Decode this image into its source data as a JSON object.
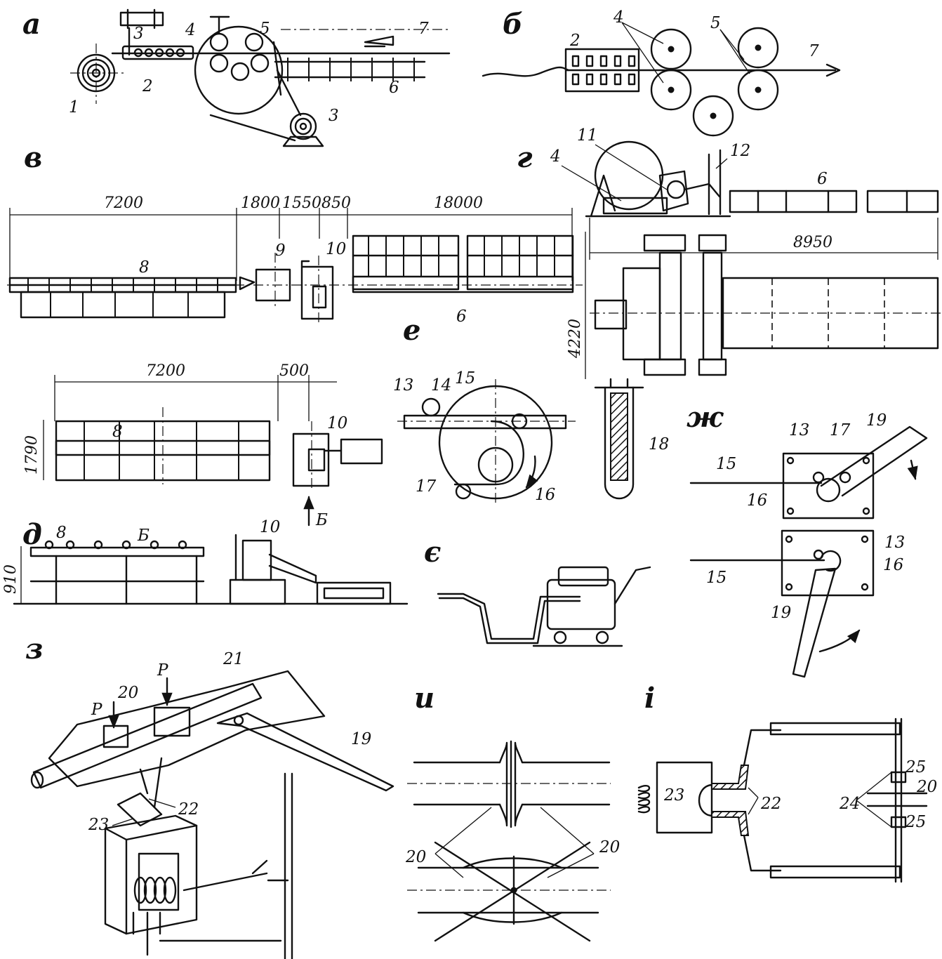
{
  "panels": {
    "a": "а",
    "b": "б",
    "v": "в",
    "g": "г",
    "d": "д",
    "e": "е",
    "ye": "є",
    "zh": "ж",
    "z": "з",
    "i": "и",
    "i2": "і"
  },
  "callouts_a": [
    "1",
    "2",
    "3",
    "3",
    "4",
    "5",
    "6",
    "7"
  ],
  "callouts_b": [
    "2",
    "4",
    "5",
    "7"
  ],
  "callouts_v": [
    "8",
    "9",
    "10",
    "6"
  ],
  "callouts_g": [
    "11",
    "4",
    "12",
    "6"
  ],
  "callouts_v2": [
    "8",
    "10"
  ],
  "callouts_d": [
    "8",
    "Б",
    "10"
  ],
  "view_arrow_v2": "Б",
  "callouts_e": [
    "13",
    "14",
    "15",
    "17",
    "16",
    "18"
  ],
  "callouts_zh": [
    "13",
    "17",
    "19",
    "15",
    "16",
    "13",
    "15",
    "16",
    "19"
  ],
  "callouts_z": [
    "P",
    "20",
    "P",
    "21",
    "19",
    "22",
    "23"
  ],
  "callouts_i": [
    "20",
    "20"
  ],
  "callouts_i2": [
    "23",
    "22",
    "25",
    "20",
    "24",
    "25"
  ],
  "dimensions": {
    "v": [
      "7200",
      "1800",
      "1550",
      "850",
      "18000"
    ],
    "g": [
      "8950",
      "4220"
    ],
    "v2": [
      "7200",
      "500",
      "1790"
    ],
    "d": [
      "910"
    ]
  }
}
